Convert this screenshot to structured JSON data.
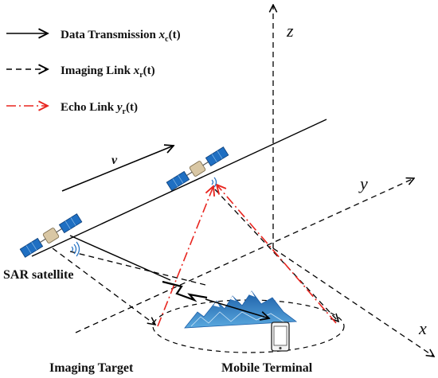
{
  "legend": {
    "data_transmission": {
      "text": "Data Transmission ",
      "symbol": "x",
      "sub": "c",
      "arg": "(t)"
    },
    "imaging_link": {
      "text": "Imaging Link ",
      "symbol": "x",
      "sub": "r",
      "arg": "(t)"
    },
    "echo_link": {
      "text": "Echo Link ",
      "symbol": "y",
      "sub": "r",
      "arg": "(t)"
    }
  },
  "axes": {
    "x": "x",
    "y": "y",
    "z": "z"
  },
  "velocity_label": "v",
  "labels": {
    "sar_satellite": "SAR satellite",
    "imaging_target": "Imaging Target",
    "mobile_terminal": "Mobile Terminal"
  },
  "colors": {
    "solid_line": "#000000",
    "dashed_line": "#000000",
    "echo_link": "#e8251f",
    "panel_blue": "#1f6fc2",
    "mountain": "#2b7dc0"
  }
}
